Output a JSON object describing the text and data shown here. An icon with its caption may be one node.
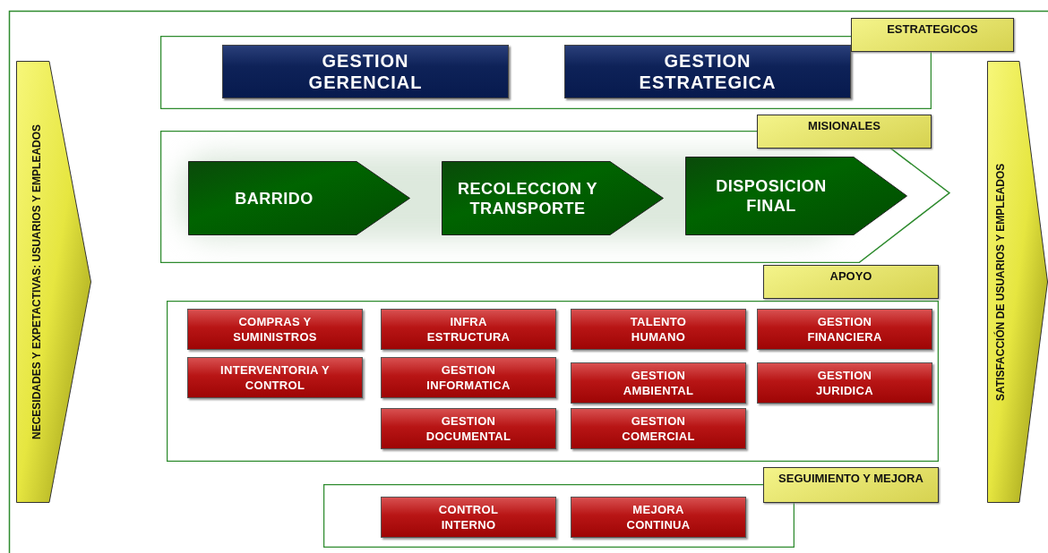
{
  "diagram": {
    "nodes": [
      {
        "text": [
          "NECESIDADES Y EXPETACTIVAS: USUARIOS Y EMPLEADOS"
        ]
      },
      {
        "text": [
          "ESTRATEGICOS"
        ]
      },
      {
        "text": [],
        "shape": "box"
      },
      {
        "text": [
          "GESTION GERENCIAL"
        ],
        "in": 2
      },
      {
        "text": [
          "GESTION ESTRATEGICA"
        ],
        "in": 2
      },
      {
        "text": [
          "MISIONALES"
        ]
      },
      {
        "text": [],
        "shape": "arrow"
      },
      {
        "text": [
          "BARRIDO"
        ],
        "in": 6
      },
      {
        "text": [
          "RECOLECCION Y TRANSPORTE"
        ],
        "in": 6
      },
      {
        "text": [
          "DISPOSICION FINAL"
        ],
        "in": 6
      },
      {
        "text": [
          "APOYO"
        ]
      },
      {
        "text": [],
        "shape": "box"
      },
      {
        "text": [
          "COMPRAS Y SUMINISTROS"
        ],
        "in": 11
      },
      {
        "text": [
          "INFRA ESTRUCTURA"
        ],
        "in": 11
      },
      {
        "text": [
          "TALENTO HUMANO"
        ],
        "in": 11
      },
      {
        "text": [
          "GESTION FINANCIERA"
        ],
        "in": 11
      },
      {
        "text": [
          "INTERVENTORIA Y CONTROL"
        ],
        "in": 11
      },
      {
        "text": [
          "GESTION INFORMATICA"
        ],
        "in": 11
      },
      {
        "text": [
          "GESTION AMBIENTAL"
        ],
        "in": 11
      },
      {
        "text": [
          "GESTION JURIDICA"
        ],
        "in": 11
      },
      {
        "text": [
          "GESTION DOCUMENTAL"
        ],
        "in": 11
      },
      {
        "text": [
          "GESTION COMERCIAL"
        ],
        "in": 11
      },
      {
        "text": [
          "SEGUIMIENTO Y MEJORA"
        ]
      },
      {
        "text": [],
        "shape": "box"
      },
      {
        "text": [
          "CONTROL INTERNO"
        ],
        "in": 23
      },
      {
        "text": [
          "MEJORA CONTINUA"
        ],
        "in": 23
      },
      {
        "text": [
          "SATISFACCIÓN  DE USUARIOS Y EMPLEADOS"
        ]
      }
    ]
  }
}
